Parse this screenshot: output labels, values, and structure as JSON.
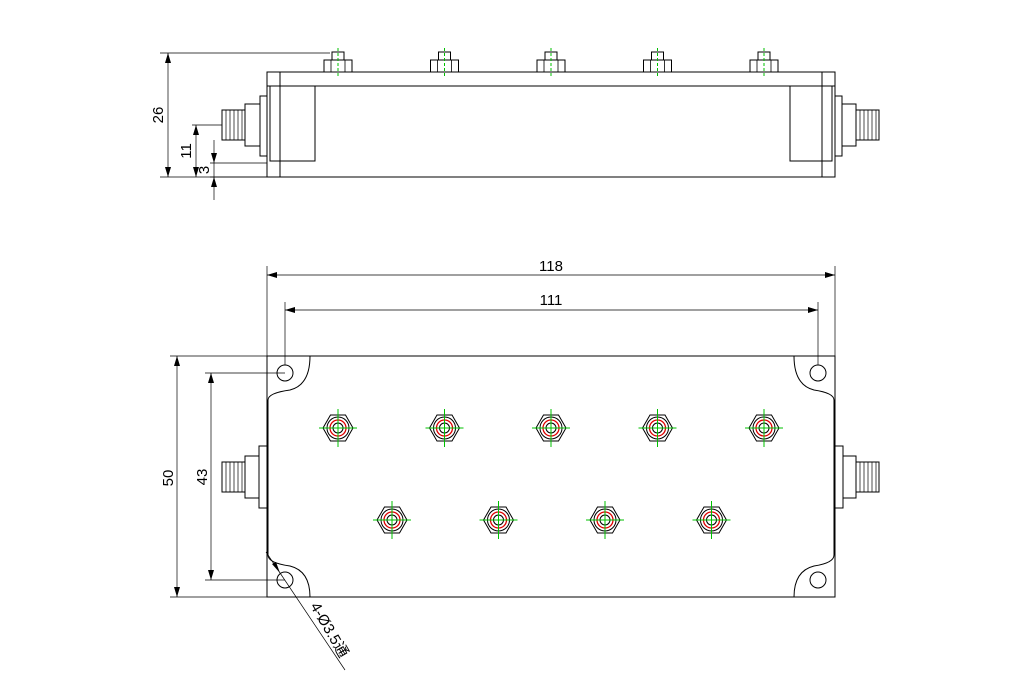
{
  "dimensions": {
    "height_26": "26",
    "height_11": "11",
    "height_3": "3",
    "width_118": "118",
    "width_111": "111",
    "height_50": "50",
    "height_43": "43",
    "holes_note": "4-Ø3.5通"
  },
  "tuning_screws": {
    "top_row_count": 5,
    "bottom_row_count": 4
  },
  "colors": {
    "line": "#000000",
    "centerline": "#00c000",
    "screw_ring": "#e00000"
  }
}
